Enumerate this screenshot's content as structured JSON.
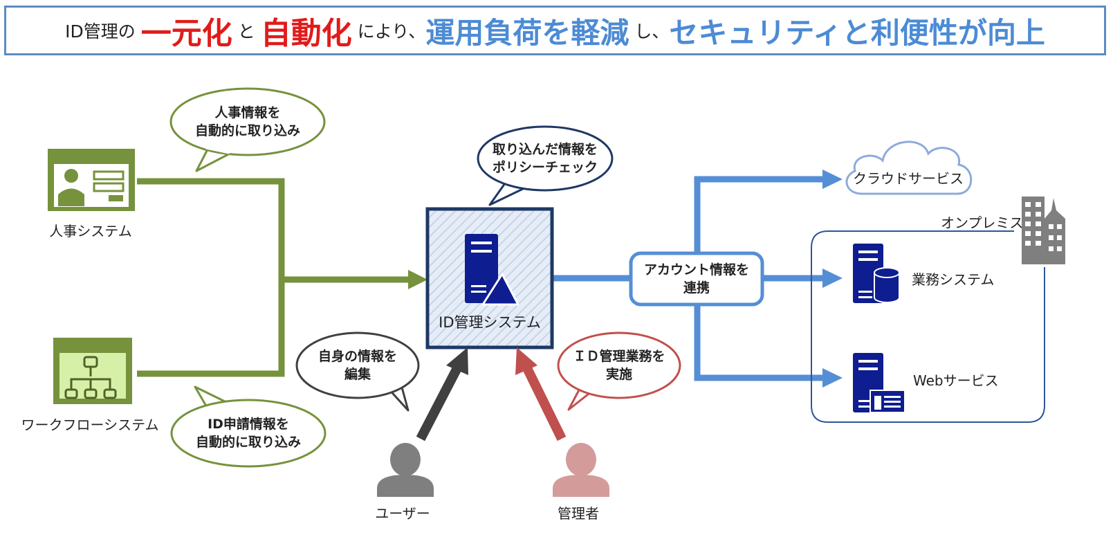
{
  "banner": {
    "part1": "ID管理の",
    "part2": "一元化",
    "part3": "と",
    "part4": "自動化",
    "part5": "により、",
    "part6": "運用負荷を軽減",
    "part7": "し、",
    "part8": "セキュリティと利便性が向上"
  },
  "nodes": {
    "hr_system": "人事システム",
    "workflow_system": "ワークフローシステム",
    "id_system": "ID管理システム",
    "cloud_service": "クラウドサービス",
    "on_premise": "オンプレミス",
    "business_system": "業務システム",
    "web_service": "Webサービス",
    "user": "ユーザー",
    "admin": "管理者"
  },
  "bubbles": {
    "hr_line1": "人事情報を",
    "hr_line2": "自動的に取り込み",
    "policy_line1": "取り込んだ情報を",
    "policy_line2": "ポリシーチェック",
    "wf_line1": "ID申請情報を",
    "wf_line2": "自動的に取り込み",
    "user_line1": "自身の情報を",
    "user_line2": "編集",
    "admin_line1": "ＩＤ管理業務を",
    "admin_line2": "実施"
  },
  "sync_box": {
    "line1": "アカウント情報を",
    "line2": "連携"
  },
  "colors": {
    "green": "#76923c",
    "blue": "#558ed5",
    "navy": "#1f3864",
    "server": "#0e1d8f",
    "dark": "#404040",
    "red": "#c0504d",
    "banner_red": "#e11b1b",
    "banner_blue": "#4c8bd5"
  },
  "icons": [
    "hr-card-icon",
    "workflow-icon",
    "server-icon",
    "cloud-icon",
    "building-icon",
    "database-icon",
    "web-window-icon",
    "user-person-icon",
    "admin-person-icon"
  ]
}
